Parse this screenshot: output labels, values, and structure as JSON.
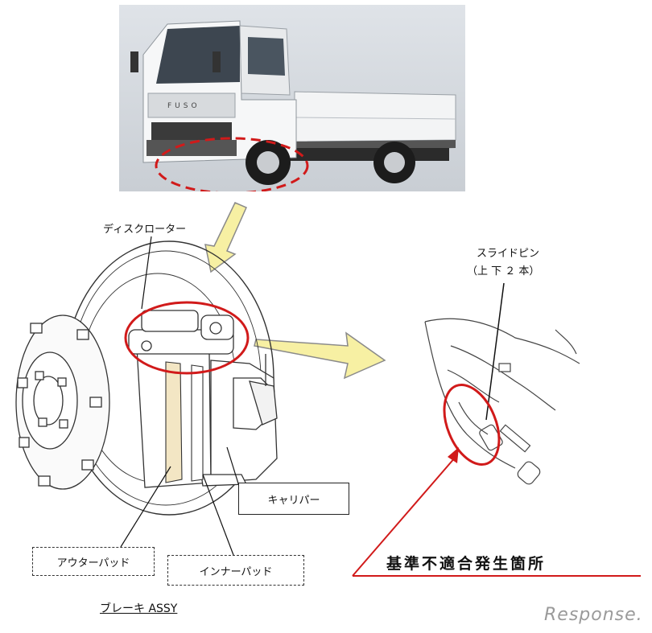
{
  "labels": {
    "disc_rotor": "ディスクローター",
    "slide_pin_line1": "スライドピン",
    "slide_pin_line2": "（上 下 ２ 本）",
    "caliper": "キャリパー",
    "outer_pad": "アウターパッド",
    "inner_pad": "インナーパッド",
    "defect_location": "基準不適合発生箇所",
    "brake_assy": "ブレーキ ASSY"
  },
  "truck_brand": "FUSO",
  "watermark": "Response.",
  "colors": {
    "highlight_red": "#d11a1a",
    "arrow_fill": "#f7f0a3",
    "arrow_stroke": "#8a8a8a",
    "pad_fill": "#f3e6c4"
  }
}
